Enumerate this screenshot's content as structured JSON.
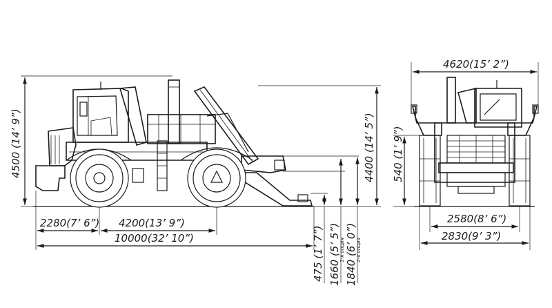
{
  "side_view": {
    "total_height": "4500 (14’ 9”)",
    "platform_height": "4400 (14’ 5”)",
    "front_overhang": "2280(7’ 6”)",
    "wheelbase": "4200(13’ 9”)",
    "total_length": "10000(32’ 10”)",
    "dim_475": "475 (1’ 7”)",
    "dim_1660": "1660 (5’ 5”)",
    "dim_1840": "1840 (6’ 0”)",
    "option_1": "1-я опция",
    "option_2": "2-я опция"
  },
  "front_view": {
    "total_width": "4620(15’ 2”)",
    "ground_clearance": "540 (1’ 9”)",
    "track_width": "2580(8’ 6”)",
    "overall_tire_width": "2830(9’ 3”)"
  }
}
